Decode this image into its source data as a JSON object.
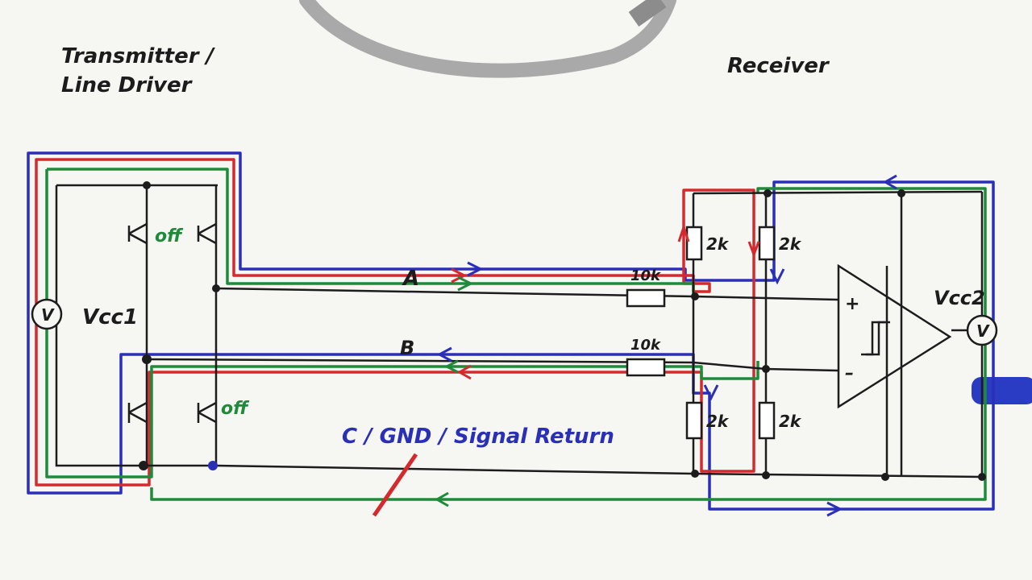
{
  "headings": {
    "transmitter_line1": "Transmitter /",
    "transmitter_line2": "Line Driver",
    "receiver": "Receiver"
  },
  "labels": {
    "vcc1_symbol": "V",
    "vcc1": "Vcc1",
    "vcc2_symbol": "V",
    "vcc2": "Vcc2",
    "line_a": "A",
    "line_b": "B",
    "gnd": "C / GND / Signal Return",
    "off_top": "off",
    "off_bottom": "off",
    "r_10k_a": "10k",
    "r_10k_b": "10k",
    "r_2k_tl": "2k",
    "r_2k_tr": "2k",
    "r_2k_bl": "2k",
    "r_2k_br": "2k",
    "plus": "+",
    "minus": "–"
  },
  "colors": {
    "paper": "#f6f6f3",
    "ink": "#1c1c1c",
    "red": "#d42a2e",
    "green": "#1f8a3a",
    "blue": "#2a2fb8",
    "cable": "#a9a9a9"
  }
}
